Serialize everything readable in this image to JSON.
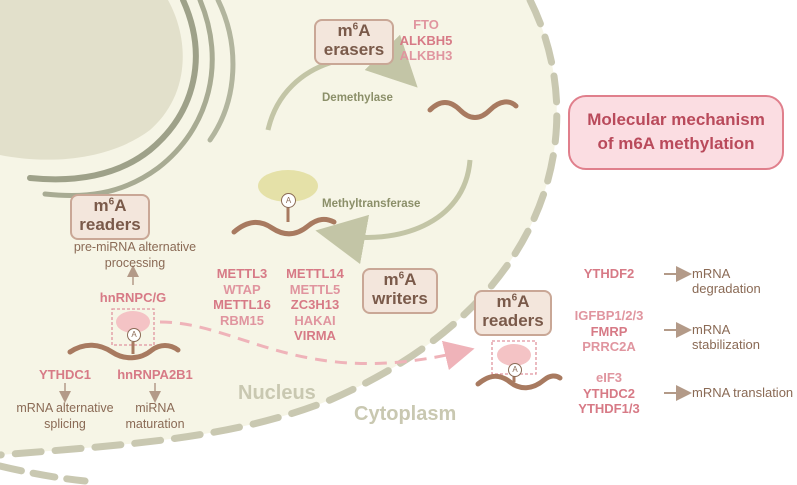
{
  "title": {
    "line1": "Molecular mechanism",
    "line2": "of m6A methylation"
  },
  "boxes": {
    "erasers": {
      "prefix": "m",
      "sup": "6",
      "suffix": "A",
      "word": "erasers"
    },
    "writers": {
      "prefix": "m",
      "sup": "6",
      "suffix": "A",
      "word": "writers"
    },
    "readers_nucleus": {
      "prefix": "m",
      "sup": "6",
      "suffix": "A",
      "word": "readers"
    },
    "readers_cytoplasm": {
      "prefix": "m",
      "sup": "6",
      "suffix": "A",
      "word": "readers"
    }
  },
  "erasers_list": [
    "FTO",
    "ALKBH5",
    "ALKBH3"
  ],
  "process_labels": {
    "demethylase": "Demethylase",
    "methyltransferase": "Methyltransferase"
  },
  "writers_col1": [
    "METTL3",
    "WTAP",
    "METTL16",
    "RBM15"
  ],
  "writers_col2": [
    "METTL14",
    "METTL5",
    "ZC3H13",
    "HAKAI",
    "VIRMA"
  ],
  "nucleus_readers": {
    "pre_mirna_line1": "pre-miRNA alternative",
    "pre_mirna_line2": "processing",
    "hnrnpc": "hnRNPC/G",
    "ythdc1": "YTHDC1",
    "hnrnpa2b1": "hnRNPA2B1",
    "splicing_line1": "mRNA alternative",
    "splicing_line2": "splicing",
    "mirna_line1": "miRNA",
    "mirna_line2": "maturation"
  },
  "compartments": {
    "nucleus": "Nucleus",
    "cytoplasm": "Cytoplasm"
  },
  "methyl_mark": "A",
  "cyto_readers": [
    {
      "proteins": [
        "YTHDF2"
      ],
      "outcome": "mRNA degradation"
    },
    {
      "proteins": [
        "IGFBP1/2/3",
        "FMRP",
        "PRRC2A"
      ],
      "outcome": "mRNA stabilization"
    },
    {
      "proteins": [
        "eIF3",
        "YTHDC2",
        "YTHDF1/3"
      ],
      "outcome": "mRNA translation"
    }
  ],
  "colors": {
    "nucleus_fill": "#f6f5e6",
    "membrane": "#c9c8b1",
    "box_fill": "#f3e6dc",
    "accent_pink": "#d77a86",
    "rna": "#a87a60",
    "title_fill": "#fbdde2"
  }
}
